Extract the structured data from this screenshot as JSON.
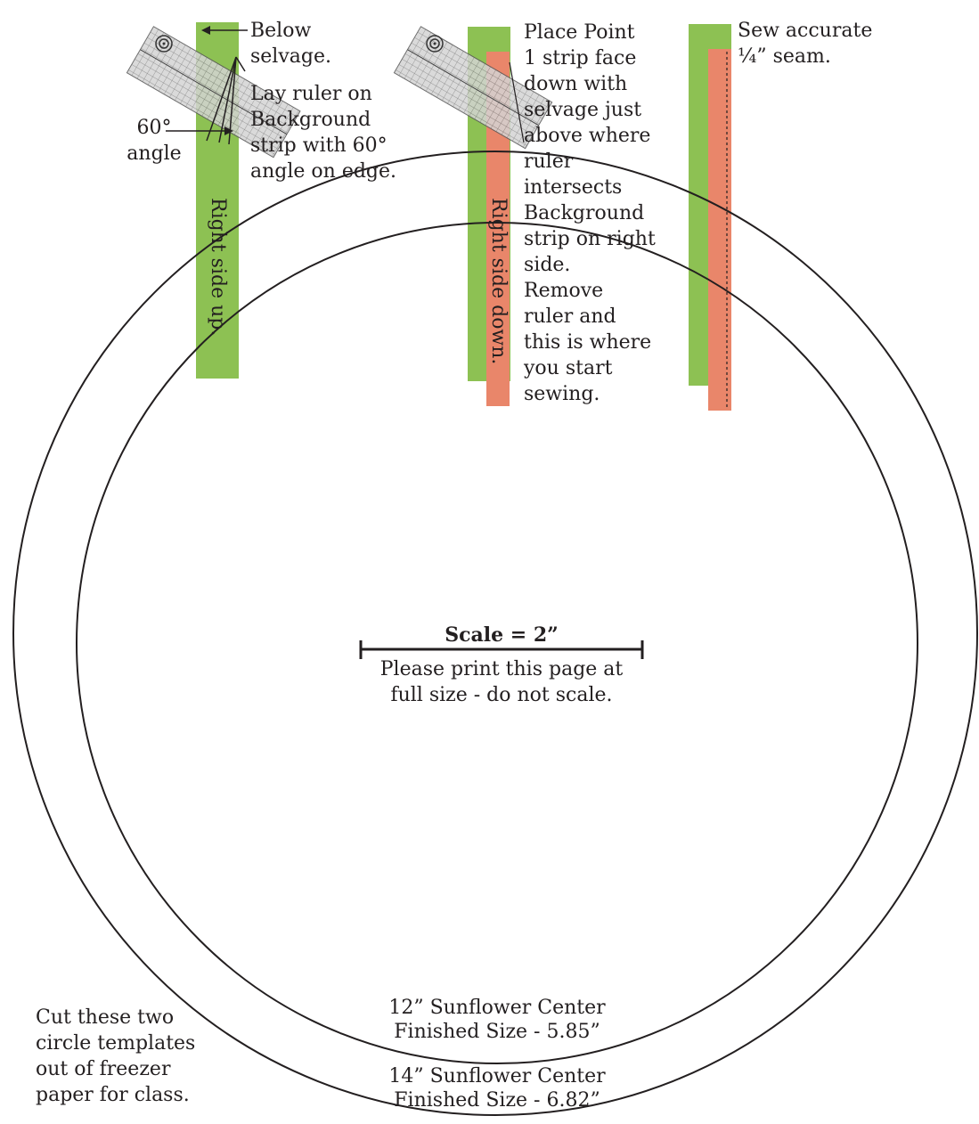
{
  "step1": {
    "below_selvage": "Below\nselvage.",
    "lay_ruler": "Lay ruler on\nBackground\nstrip with 60°\nangle on edge.",
    "angle_label": "60°\nangle",
    "strip_label": "Right side up."
  },
  "step2": {
    "instructions": "Place Point\n1 strip face\ndown with\nselvage just\nabove where\nruler\nintersects\nBackground\nstrip on right\nside.\nRemove\nruler and\nthis is where\nyou start\nsewing.",
    "strip_label": "Right side down."
  },
  "step3": {
    "instructions": "Sew accurate\n¼” seam."
  },
  "scale": {
    "label": "Scale = 2”",
    "note": "Please print this page at\nfull size - do not scale."
  },
  "templates": {
    "inner_title": "12” Sunflower Center",
    "inner_size": "Finished Size - 5.85”",
    "outer_title": "14” Sunflower Center",
    "outer_size": "Finished Size - 6.82”",
    "cut_note": "Cut these two\ncircle templates\nout of freezer\npaper for class."
  },
  "colors": {
    "background_strip": "#8dc153",
    "point_strip": "#e9866a",
    "ruler": "#c9c9c9",
    "line": "#231f20"
  }
}
